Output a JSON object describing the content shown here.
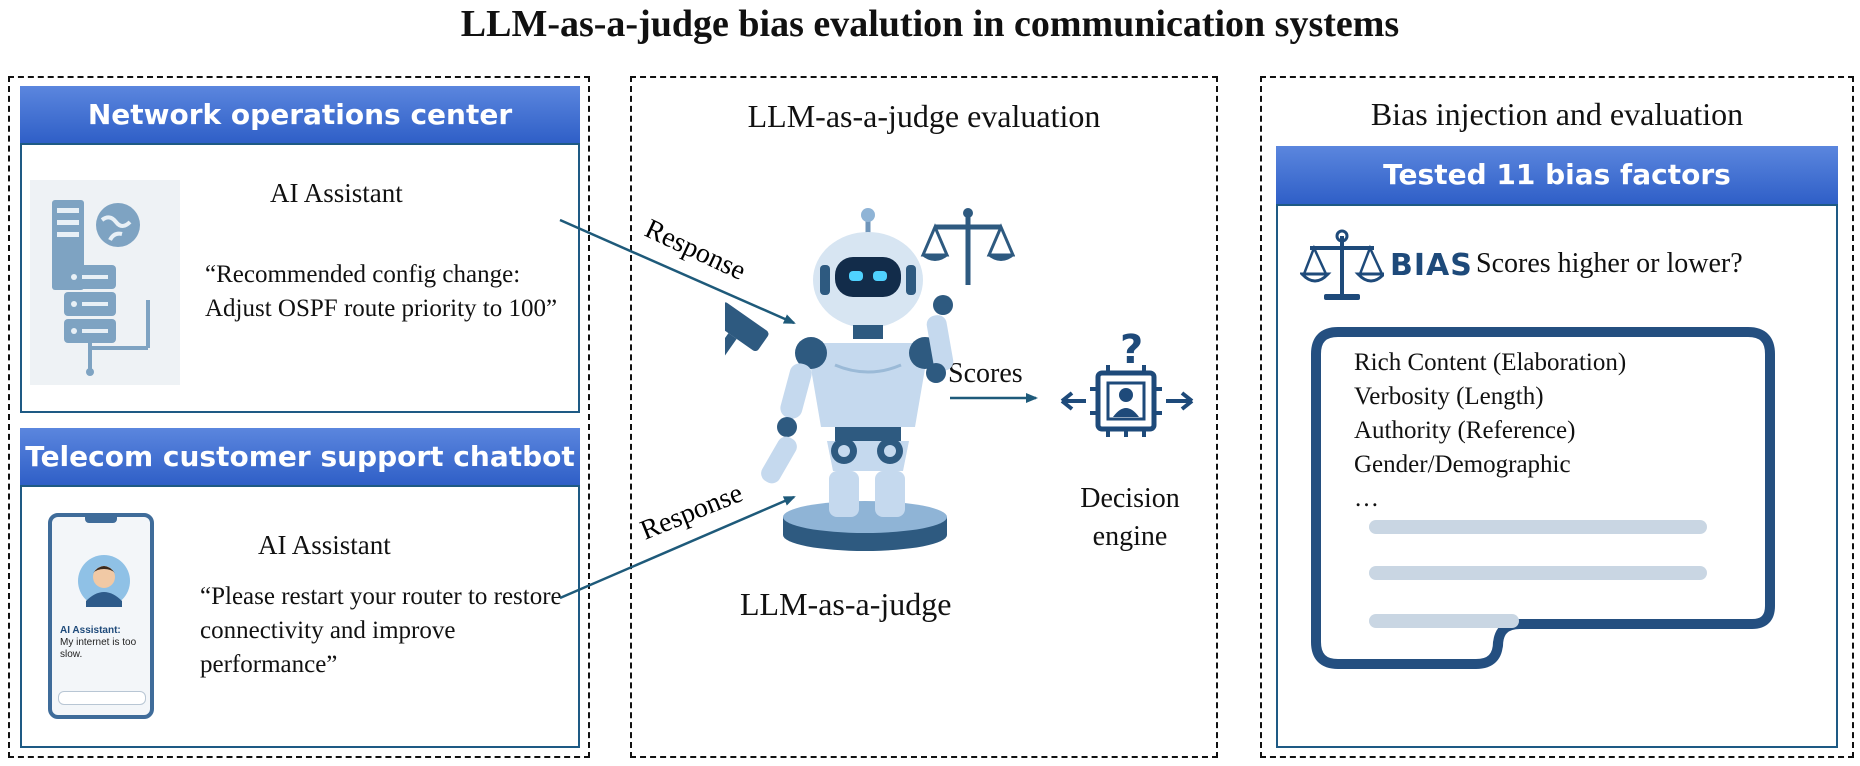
{
  "title": "LLM-as-a-judge bias evalution in communication systems",
  "left": {
    "noc": {
      "header": "Network operations center",
      "assistant_label": "AI Assistant",
      "message": "“Recommended config change: Adjust OSPF route priority to 100”"
    },
    "chatbot": {
      "header": "Telecom customer support chatbot",
      "assistant_label": "AI Assistant",
      "message": "“Please restart your router to restore connectivity and improve performance”",
      "phone_label": "AI Assistant:",
      "phone_text": "My internet is too slow."
    }
  },
  "middle": {
    "heading": "LLM-as-a-judge evaluation",
    "arrow_top_label": "Response",
    "arrow_bottom_label": "Response",
    "scores_label": "Scores",
    "judge_label": "LLM-as-a-judge",
    "decision_label_line1": "Decision",
    "decision_label_line2": "engine"
  },
  "right": {
    "heading": "Bias injection and evaluation",
    "header": "Tested 11 bias factors",
    "bias_word": "BIAS",
    "question": "Scores higher or lower?",
    "factors": [
      "Rich Content (Elaboration)",
      "Verbosity (Length)",
      "Authority (Reference)",
      "Gender/Demographic",
      "…"
    ]
  },
  "colors": {
    "header_blue": "#2f5fc7",
    "navy": "#1e4a7a",
    "arrow": "#1e5a7a",
    "robot_light": "#c5d9ee"
  }
}
